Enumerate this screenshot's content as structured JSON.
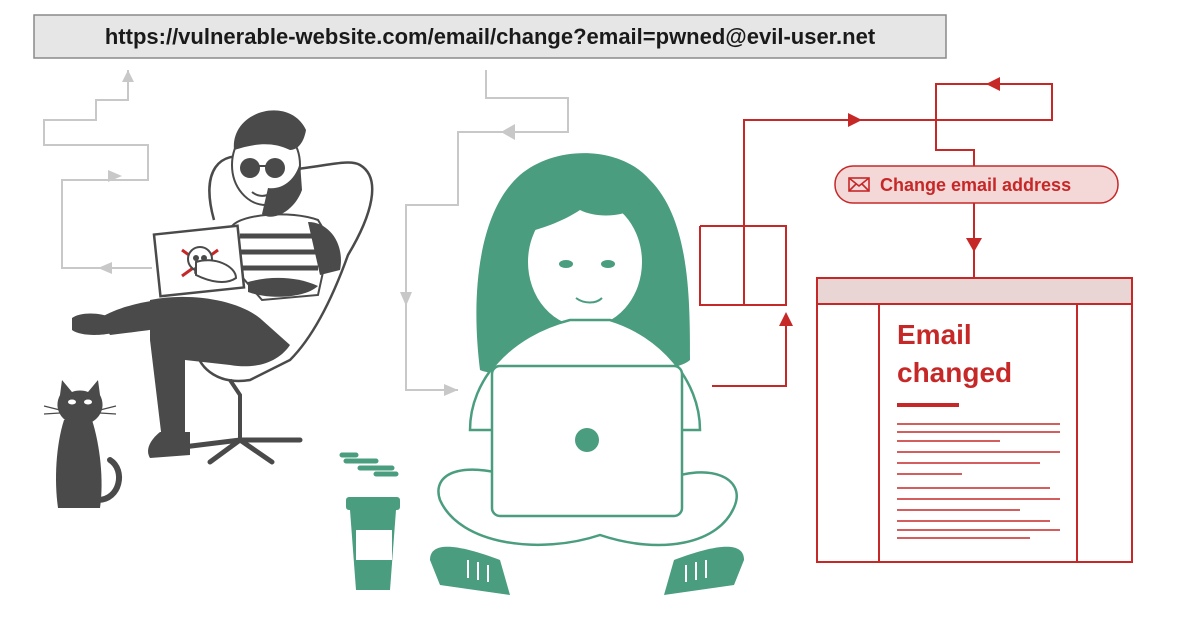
{
  "url_bar": {
    "text": "https://vulnerable-website.com/email/change?email=pwned@evil-user.net"
  },
  "request_label": {
    "text": "Change email address",
    "icon": "envelope-icon"
  },
  "result_page": {
    "heading_line1": "Email",
    "heading_line2": "changed"
  },
  "colors": {
    "accent_red": "#c62828",
    "victim_green": "#4a9d7e",
    "attacker_gray": "#4a4a4a",
    "path_gray": "#c8c8c8",
    "label_fill": "#f4d7d7",
    "url_bar_fill": "#e6e6e6"
  },
  "illustrations": [
    "attacker-figure",
    "skull-crossbones-icon",
    "cat-icon",
    "victim-figure",
    "coffee-cup-icon"
  ]
}
